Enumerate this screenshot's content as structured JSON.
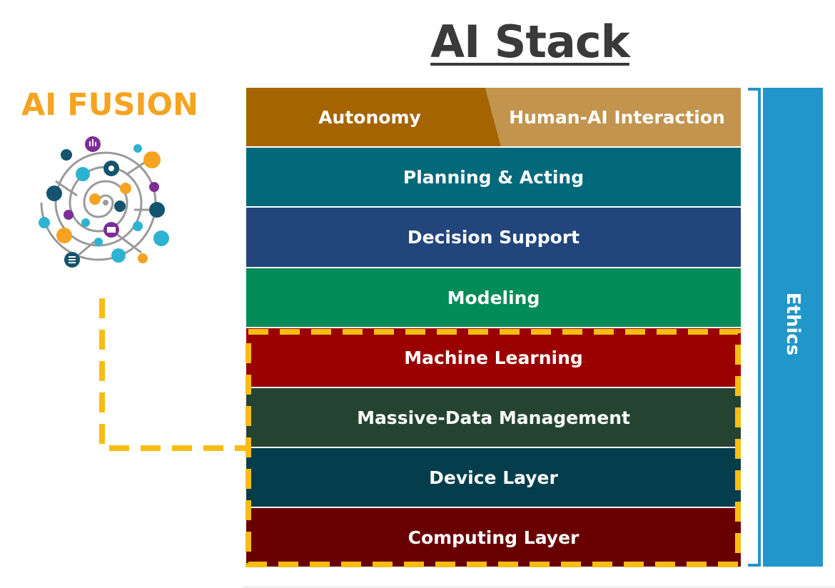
{
  "title": "AI Stack",
  "fusion": {
    "title": "AI FUSION"
  },
  "top_row": {
    "left": "Autonomy",
    "right": "Human-AI Interaction"
  },
  "layers": [
    {
      "label": "Planning & Acting",
      "color": "#02697a"
    },
    {
      "label": "Decision Support",
      "color": "#22457c"
    },
    {
      "label": "Modeling",
      "color": "#038c57"
    },
    {
      "label": "Machine Learning",
      "color": "#9b0000"
    },
    {
      "label": "Massive-Data Management",
      "color": "#244431"
    },
    {
      "label": "Device Layer",
      "color": "#043e4c"
    },
    {
      "label": "Computing Layer",
      "color": "#690000"
    }
  ],
  "ethics": {
    "label": "Ethics",
    "color": "#2196c9"
  },
  "highlight_color": "#f7bd12"
}
